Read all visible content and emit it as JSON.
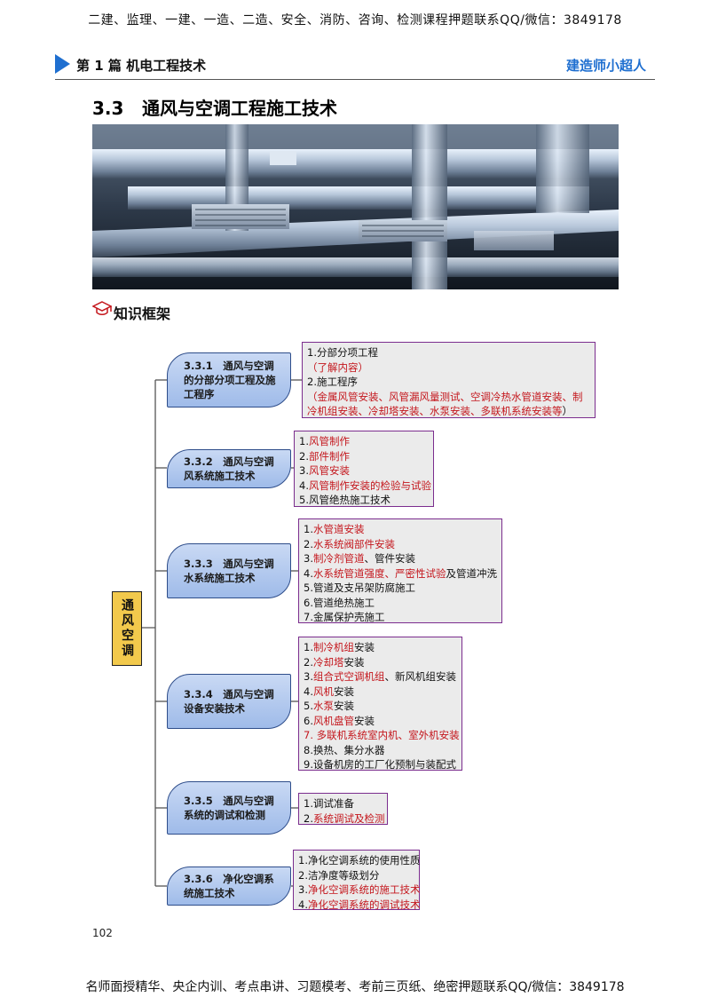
{
  "header": {
    "promo_top": "二建、监理、一建、一造、二造、安全、消防、咨询、检测课程押题联系QQ/微信：3849178",
    "chapter": "第 1 篇 机电工程技术",
    "author": "建造师小超人"
  },
  "section": {
    "number": "3.3",
    "title": "通风与空调工程施工技术"
  },
  "knowledge_label": "知识框架",
  "mindmap": {
    "root": "通风空调",
    "branches": [
      {
        "label": "3.3.1　通风与空调的分部分项工程及施工程序",
        "items": [
          [
            {
              "t": "1.分部分项工程",
              "red": false
            }
          ],
          [
            {
              "t": "（了解内容）",
              "red": true
            }
          ],
          [
            {
              "t": "2.施工程序",
              "red": false
            }
          ],
          [
            {
              "t": "（金属风管安装、风管漏风量测试、空调冷热水管道安装、制",
              "red": true
            }
          ],
          [
            {
              "t": "冷机组安装、冷却塔安装、水泵安装、多联机系统安装等",
              "red": true
            },
            {
              "t": "）",
              "red": false
            }
          ]
        ]
      },
      {
        "label": "3.3.2　通风与空调风系统施工技术",
        "items": [
          [
            {
              "t": "1.",
              "red": false
            },
            {
              "t": "风管制作",
              "red": true
            }
          ],
          [
            {
              "t": "2.",
              "red": false
            },
            {
              "t": "部件制作",
              "red": true
            }
          ],
          [
            {
              "t": "3.",
              "red": false
            },
            {
              "t": "风管安装",
              "red": true
            }
          ],
          [
            {
              "t": "4.",
              "red": false
            },
            {
              "t": "风管制作安装的检验与试验",
              "red": true
            }
          ],
          [
            {
              "t": "5.风管绝热施工技术",
              "red": false
            }
          ]
        ]
      },
      {
        "label": "3.3.3　通风与空调水系统施工技术",
        "items": [
          [
            {
              "t": "1.",
              "red": false
            },
            {
              "t": "水管道安装",
              "red": true
            }
          ],
          [
            {
              "t": "2.",
              "red": false
            },
            {
              "t": "水系统阀部件安装",
              "red": true
            }
          ],
          [
            {
              "t": "3.",
              "red": false
            },
            {
              "t": "制冷剂管道",
              "red": true
            },
            {
              "t": "、管件安装",
              "red": false
            }
          ],
          [
            {
              "t": "4.",
              "red": false
            },
            {
              "t": "水系统管道强度、严密性试验",
              "red": true
            },
            {
              "t": "及管道冲洗",
              "red": false
            }
          ],
          [
            {
              "t": "5.管道及支吊架防腐施工",
              "red": false
            }
          ],
          [
            {
              "t": "6.管道绝热施工",
              "red": false
            }
          ],
          [
            {
              "t": "7.金属保护壳施工",
              "red": false
            }
          ]
        ]
      },
      {
        "label": "3.3.4　通风与空调设备安装技术",
        "items": [
          [
            {
              "t": "1.",
              "red": false
            },
            {
              "t": "制冷机组",
              "red": true
            },
            {
              "t": "安装",
              "red": false
            }
          ],
          [
            {
              "t": "2.",
              "red": false
            },
            {
              "t": "冷却塔",
              "red": true
            },
            {
              "t": "安装",
              "red": false
            }
          ],
          [
            {
              "t": "3.",
              "red": false
            },
            {
              "t": "组合式空调机组",
              "red": true
            },
            {
              "t": "、新风机组安装",
              "red": false
            }
          ],
          [
            {
              "t": "4.",
              "red": false
            },
            {
              "t": "风机",
              "red": true
            },
            {
              "t": "安装",
              "red": false
            }
          ],
          [
            {
              "t": "5.",
              "red": false
            },
            {
              "t": "水泵",
              "red": true
            },
            {
              "t": "安装",
              "red": false
            }
          ],
          [
            {
              "t": "6.",
              "red": false
            },
            {
              "t": "风机盘管",
              "red": true
            },
            {
              "t": "安装",
              "red": false
            }
          ],
          [
            {
              "t": "7. 多联机系统室内机、室外机安装",
              "red": true
            }
          ],
          [
            {
              "t": "8.换热、集分水器",
              "red": false
            }
          ],
          [
            {
              "t": "9.设备机房的工厂化预制与装配式",
              "red": false
            }
          ]
        ]
      },
      {
        "label": "3.3.5　通风与空调系统的调试和检测",
        "items": [
          [
            {
              "t": "1.调试准备",
              "red": false
            }
          ],
          [
            {
              "t": "2.",
              "red": false
            },
            {
              "t": "系统调试及检测",
              "red": true
            }
          ]
        ]
      },
      {
        "label": "3.3.6　净化空调系统施工技术",
        "items": [
          [
            {
              "t": "1.净化空调系统的使用性质",
              "red": false
            }
          ],
          [
            {
              "t": "2.洁净度等级划分",
              "red": false
            }
          ],
          [
            {
              "t": "3.",
              "red": false
            },
            {
              "t": "净化空调系统的施工技术",
              "red": true
            }
          ],
          [
            {
              "t": "4.",
              "red": false
            },
            {
              "t": "净化空调系统的调试技术",
              "red": true
            }
          ]
        ]
      }
    ]
  },
  "page_number": "102",
  "footer": "名师面授精华、央企内训、考点串讲、习题模考、考前三页纸、绝密押题联系QQ/微信：3849178",
  "colors": {
    "accent_blue": "#1f6fd0",
    "highlight_red": "#c4161c",
    "root_yellow": "#f2c94c",
    "leaf_border": "#7b2d8e"
  }
}
